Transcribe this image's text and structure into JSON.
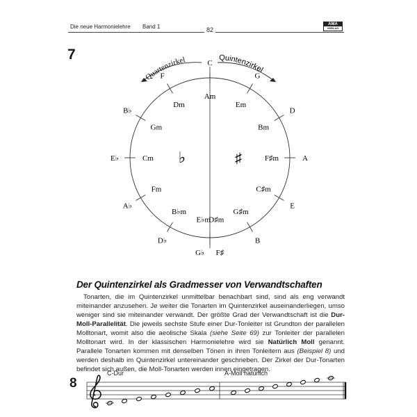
{
  "header": {
    "book_title": "Die neue Harmonielehre",
    "volume": "Band 1",
    "page_number": "82",
    "logo_line1": "AMA",
    "logo_line2": "VERLAG"
  },
  "example_7": {
    "number": "7",
    "label_left": "Quartenzirkel",
    "label_right": "Quintenzirkel",
    "major_keys": [
      "C",
      "G",
      "D",
      "A",
      "E",
      "B",
      "F♯",
      "G♭",
      "D♭",
      "A♭",
      "E♭",
      "B♭",
      "F"
    ],
    "minor_keys": [
      "Am",
      "Em",
      "Bm",
      "F♯m",
      "C♯m",
      "G♯m",
      "D♯m",
      "E♭m",
      "B♭m",
      "Fm",
      "Cm",
      "Gm",
      "Dm"
    ],
    "flat_sign": "♭",
    "sharp_sign": "♯"
  },
  "article": {
    "heading": "Der Quintenzirkel als Gradmesser von Verwandtschaften",
    "p1": "Tonarten, die im Quintenzirkel unmittelbar benachbart sind, sind als eng verwandt miteinander anzusehen. Je weiter die Tonarten im Quintenzirkel auseinanderliegen, umso weniger sind sie miteinander verwandt. Der größte Grad der Verwandtschaft ist die ",
    "p1_bold": "Dur-Moll-Parallelität",
    "p2": ". Die jeweils sechste Stufe einer Dur-Tonleiter ist Grundton der parallelen Molltonart, womit also die aeolische Skala ",
    "p2_italic": "(siehe Seite 69)",
    "p3": " zur Tonleiter der parallelen Molltonart wird. In der klassischen Harmonielehre wird sie ",
    "p3_bold": "Natürlich Moll",
    "p4": " genannt. Parallele Tonarten kommen mit denselben Tönen in ihren Tonleitern aus ",
    "p4_italic": "(Beispiel 8)",
    "p5": " und werden deshalb im Quintenzirkel untereinander geschrieben. Der Zirkel der Dur-Tonarten befindet sich außen, die Moll-Tonarten werden innen eingetragen."
  },
  "example_8": {
    "number": "8",
    "label_major": "C-Dur",
    "label_minor": "A-Moll natürlich"
  }
}
